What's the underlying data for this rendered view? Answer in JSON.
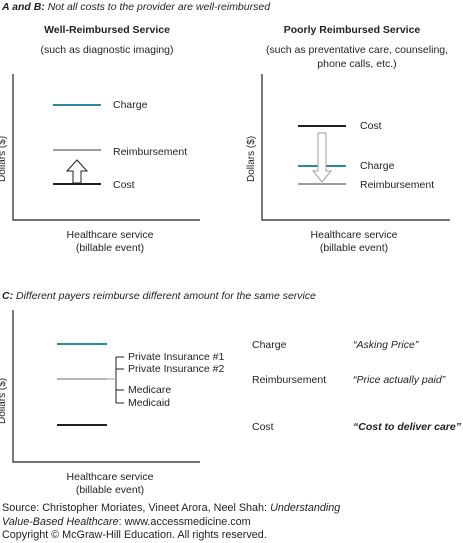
{
  "header_ab": {
    "prefix": "A and B:",
    "text": " Not all costs to the provider are well-reimbursed"
  },
  "panel_a": {
    "title": "Well-Reimbursed Service",
    "subtitle": "(such as diagnostic imaging)",
    "y_label": "Dollars ($)",
    "x_label_line1": "Healthcare service",
    "x_label_line2": "(billable event)",
    "charge_label": "Charge",
    "reimbursement_label": "Reimbursement",
    "cost_label": "Cost"
  },
  "panel_b": {
    "title": "Poorly Reimbursed Service",
    "subtitle_line1": "(such as preventative care, counseling,",
    "subtitle_line2": "phone calls, etc.)",
    "y_label": "Dollars ($)",
    "x_label_line1": "Healthcare service",
    "x_label_line2": "(billable event)",
    "cost_label": "Cost",
    "charge_label": "Charge",
    "reimbursement_label": "Reimbursement"
  },
  "header_c": {
    "prefix": "C:",
    "text": " Different payers reimburse different amount for the same service"
  },
  "panel_c": {
    "y_label": "Dollars ($)",
    "x_label_line1": "Healthcare service",
    "x_label_line2": "(billable event)",
    "payers": [
      "Private Insurance #1",
      "Private Insurance #2",
      "Medicare",
      "Medicaid"
    ],
    "legend": [
      {
        "term": "Charge",
        "meaning": "“Asking Price”"
      },
      {
        "term": "Reimbursement",
        "meaning": "“Price actually paid”"
      },
      {
        "term": "Cost",
        "meaning": "“Cost to deliver care”"
      }
    ]
  },
  "colors": {
    "charge": "#2a8a99",
    "reimbursement": "#9d9fa2",
    "cost": "#231f20",
    "axis": "#231f20"
  },
  "source": {
    "line1_prefix": "Source: Christopher Moriates, Vineet Arora, Neel Shah: ",
    "line1_italic": "Understanding",
    "line2_italic": "Value-Based Healthcare",
    "line2_rest": ": www.accessmedicine.com",
    "line3": "Copyright © McGraw-Hill Education. All rights reserved."
  }
}
